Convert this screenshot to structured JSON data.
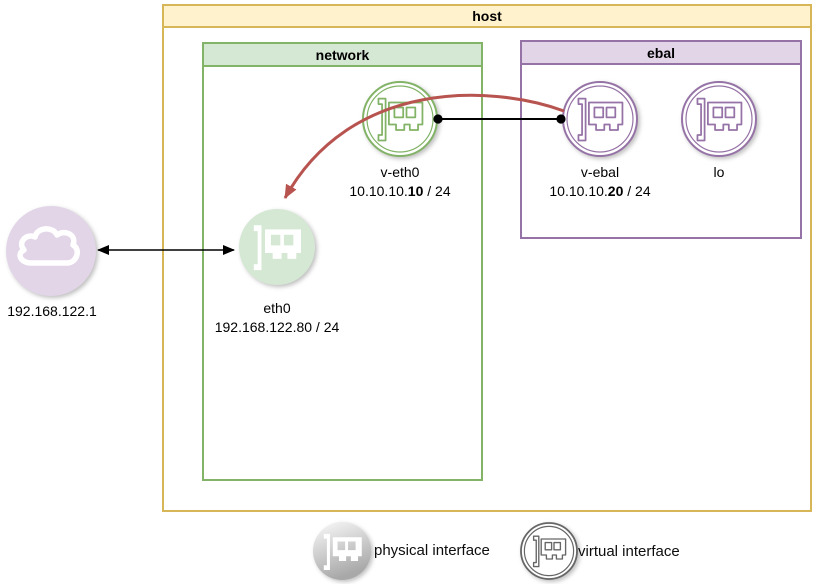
{
  "containers": {
    "host": {
      "label": "host"
    },
    "network": {
      "label": "network"
    },
    "ebal": {
      "label": "ebal"
    }
  },
  "nodes": {
    "cloud": {
      "label": "192.168.122.1"
    },
    "eth0": {
      "name": "eth0",
      "ip": "192.168.122.80 / 24"
    },
    "veth0": {
      "name": "v-eth0",
      "ip_prefix": "10.10.10.",
      "ip_bold": "10",
      "ip_suffix": " / 24"
    },
    "vebal": {
      "name": "v-ebal",
      "ip_prefix": "10.10.10.",
      "ip_bold": "20",
      "ip_suffix": " / 24"
    },
    "lo": {
      "name": "lo"
    }
  },
  "legend": {
    "physical_label": "physical interface",
    "virtual_label": "virtual interface"
  },
  "icons": {
    "cloud": "cloud-icon",
    "nic": "network-card-icon"
  },
  "colors": {
    "host_border": "#d6b656",
    "host_fill": "#fff2cc",
    "green_border": "#82b366",
    "green_fill": "#d5e8d4",
    "purple_border": "#9673a6",
    "purple_fill": "#e1d5e7",
    "red_arrow": "#b85450",
    "link": "#000000",
    "legend_gray": "#666666"
  }
}
